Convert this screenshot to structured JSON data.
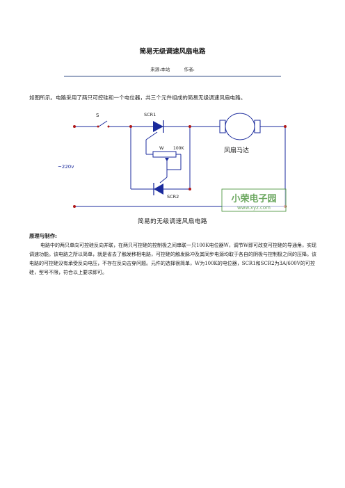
{
  "document": {
    "title": "简易无级调速风扇电路",
    "source_label": "来源:本站",
    "author_label": "作者:",
    "intro": "如图所示。电路采用了两只可控硅和一个电位器，共三个元件组成的简易无级调速风扇电路。",
    "figure_caption": "简易的无级调速风扇电路",
    "section_heading": "原理与制作:",
    "body": "电路中的两只单向可控硅反向并联，在两只可控硅的控制极之间串联一只100K电位器W，调节W即可改变可控硅的导通角，实现调速功能。该电路之所以简单，就是省去了触发移相电路，可控硅的触发脉冲及其同步电源均取于各自的阴极与控制极之间的压降。该电路的可控硅没有承受反向电压，不存在反向击穿问题。元件的选择很简单，W为100K的电位器，SCR1和SCR2为3A/600V的可控硅，型号不限，符合以上要求即可。"
  },
  "circuit": {
    "switch_label": "S",
    "scr1_label": "SCR1",
    "scr2_label": "SCR2",
    "pot_label": "W",
    "pot_value": "100K",
    "motor_label": "风扇马达",
    "voltage_label": "~220v",
    "line_color": "#1a2a9c",
    "junction_color": "#b01818"
  },
  "watermark": {
    "title": "小荣电子园",
    "url": "www.xyz.com",
    "color": "#3a8a2a"
  }
}
